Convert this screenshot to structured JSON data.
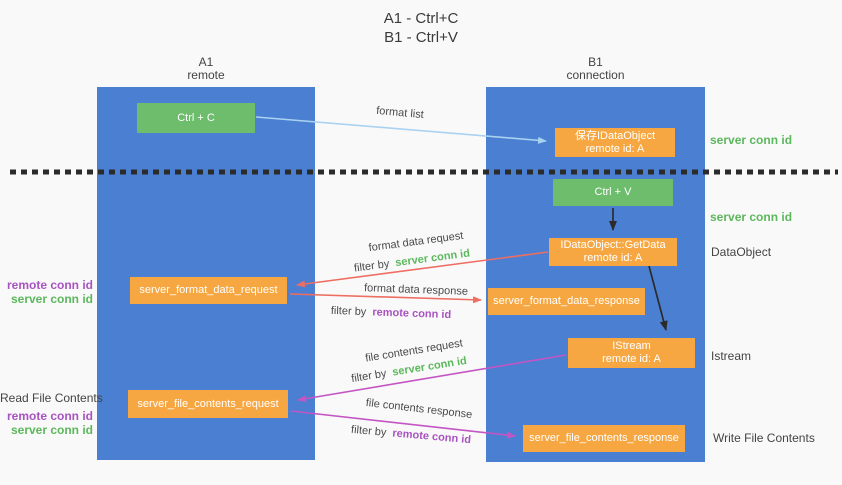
{
  "title": {
    "line1": "A1 - Ctrl+C",
    "line2": "B1 - Ctrl+V"
  },
  "columns": {
    "a1": {
      "name": "A1",
      "subtitle": "remote"
    },
    "b1": {
      "name": "B1",
      "subtitle": "connection"
    }
  },
  "boxes": {
    "ctrl_c": "Ctrl + C",
    "ctrl_v": "Ctrl + V",
    "save_idataobject": {
      "line1": "保存IDataObject",
      "line2": "remote id: A"
    },
    "getdata": {
      "line1": "IDataObject::GetData",
      "line2": "remote id: A"
    },
    "istream": {
      "line1": "IStream",
      "line2": "remote id: A"
    },
    "format_request": "server_format_data_request",
    "format_response": "server_format_data_response",
    "file_request": "server_file_contents_request",
    "file_response": "server_file_contents_response"
  },
  "arrow_labels": {
    "format_list": "format list",
    "filter_by": "filter by",
    "format_data_request": "format data request",
    "format_data_response": "format data response",
    "file_contents_request": "file contents request",
    "file_contents_response": "file contents response",
    "server_conn_id": "server conn id",
    "remote_conn_id": "remote conn id"
  },
  "side_labels": {
    "right_server_conn_id_top": "server conn id",
    "right_server_conn_id_mid": "server conn id",
    "dataobject": "DataObject",
    "istream": "Istream",
    "write_file_contents": "Write File Contents",
    "read_file_contents": "Read File Contents",
    "left_remote_conn_id_1": "remote conn id",
    "left_server_conn_id_1": "server conn id",
    "left_remote_conn_id_2": "remote conn id",
    "left_server_conn_id_2": "server conn id"
  },
  "colors": {
    "column_blue": "#4a7fd2",
    "box_orange": "#f7a741",
    "box_green": "#6dbd6d",
    "text_green": "#5cb85c",
    "text_purple": "#a953c1",
    "arrow_salmon": "#ee6e63",
    "arrow_magenta": "#c455c4",
    "arrow_lightblue": "#a8d2f0",
    "arrow_black": "#2b2b2b"
  }
}
